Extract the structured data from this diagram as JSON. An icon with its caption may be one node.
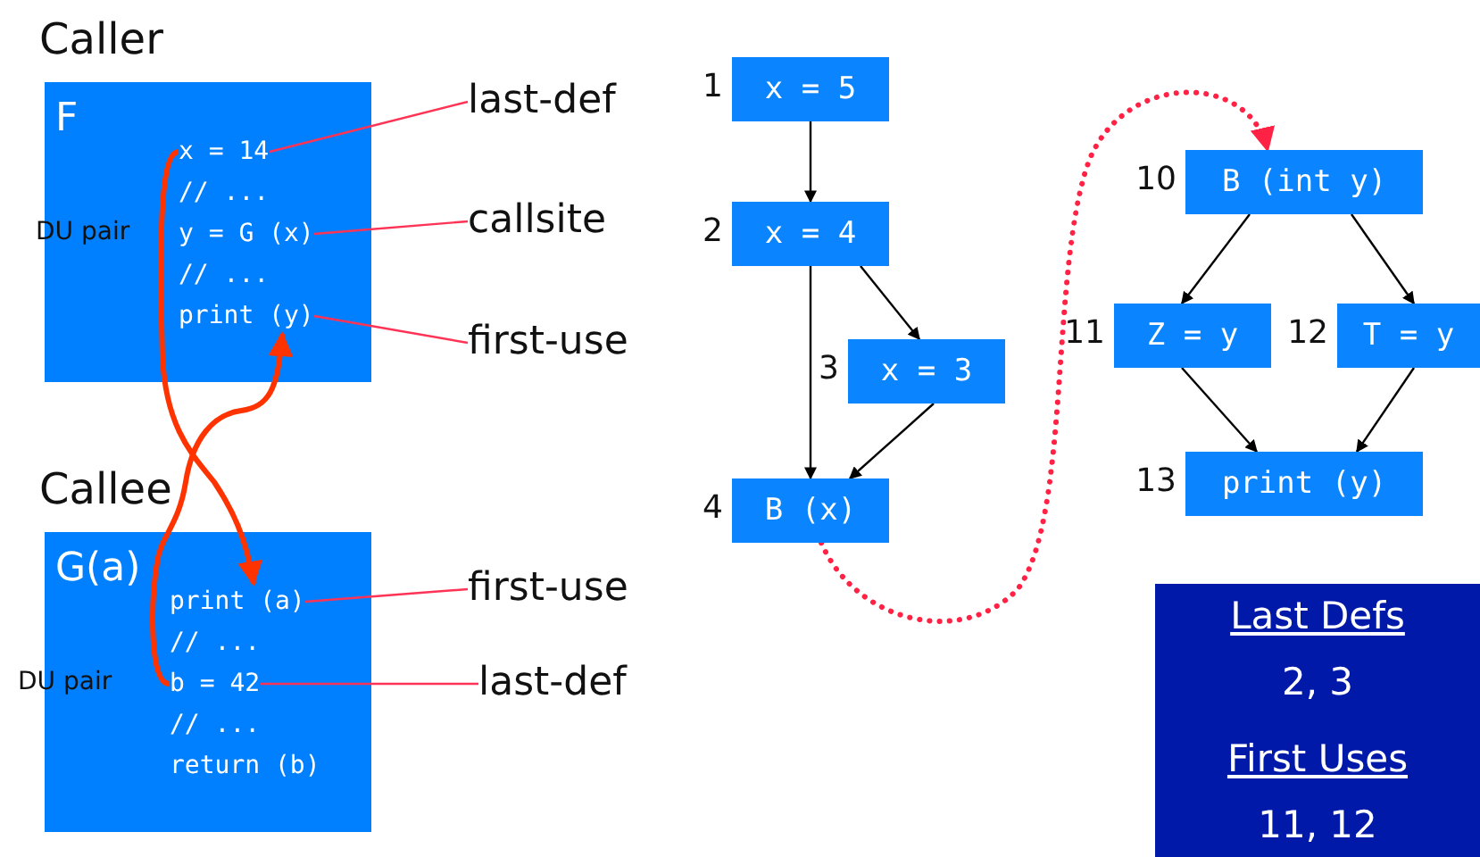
{
  "diagram": {
    "nodes": [
      {
        "text": [
          "Caller",
          "F"
        ]
      },
      {
        "text": [
          "x = 14"
        ],
        "in": 0
      },
      {
        "text": [
          "// ..."
        ],
        "in": 0
      },
      {
        "text": [
          "y = G (x)"
        ],
        "in": 0
      },
      {
        "text": [
          "// ..."
        ],
        "in": 0
      },
      {
        "text": [
          "print (y)"
        ],
        "in": 0
      },
      {
        "text": [
          "last-def"
        ]
      },
      {
        "text": [
          "callsite"
        ]
      },
      {
        "text": [
          "first-use"
        ]
      },
      {
        "text": [
          "Callee",
          "G(a)"
        ]
      },
      {
        "text": [
          "print (a)"
        ],
        "in": 9
      },
      {
        "text": [
          "// ..."
        ],
        "in": 9
      },
      {
        "text": [
          "b = 42"
        ],
        "in": 9
      },
      {
        "text": [
          "// ..."
        ],
        "in": 9
      },
      {
        "text": [
          "return (b)"
        ],
        "in": 9
      },
      {
        "text": [
          "first-use"
        ]
      },
      {
        "text": [
          "last-def"
        ]
      },
      {
        "text": [
          "x = 5"
        ],
        "beside": [
          "1"
        ]
      },
      {
        "text": [
          "x = 4"
        ],
        "beside": [
          "2"
        ]
      },
      {
        "text": [
          "x = 3"
        ],
        "beside": [
          "3"
        ]
      },
      {
        "text": [
          "B (x)"
        ],
        "beside": [
          "4"
        ]
      },
      {
        "text": [
          "B (int y)"
        ],
        "beside": [
          "10"
        ]
      },
      {
        "text": [
          "Z = y"
        ],
        "beside": [
          "11"
        ]
      },
      {
        "text": [
          "T = y"
        ],
        "beside": [
          "12"
        ]
      },
      {
        "text": [
          "print (y)"
        ],
        "beside": [
          "13"
        ]
      },
      {
        "text": [
          "Last Defs",
          "2, 3",
          "First Uses",
          "11, 12"
        ]
      }
    ],
    "edges": [
      {
        "from": 6,
        "to": 1,
        "arrow": "none",
        "color": "#ff3355"
      },
      {
        "from": 7,
        "to": 3,
        "arrow": "none",
        "color": "#ff3355"
      },
      {
        "from": 8,
        "to": 5,
        "arrow": "none",
        "color": "#ff3355"
      },
      {
        "from": 15,
        "to": 10,
        "arrow": "none",
        "color": "#ff3355"
      },
      {
        "from": 16,
        "to": 12,
        "arrow": "none",
        "color": "#ff3355"
      },
      {
        "from": 1,
        "to": 10,
        "arrow": "to",
        "style": "thick",
        "color": "#ff3300"
      },
      {
        "from": 12,
        "to": 5,
        "arrow": "to",
        "style": "thick",
        "color": "#ff3300"
      },
      {
        "from": 17,
        "to": 18,
        "arrow": "to"
      },
      {
        "from": 18,
        "to": 20,
        "arrow": "to"
      },
      {
        "from": 18,
        "to": 19,
        "arrow": "to"
      },
      {
        "from": 19,
        "to": 20,
        "arrow": "to"
      },
      {
        "from": 20,
        "to": 21,
        "arrow": "to",
        "style": "dashed",
        "color": "#ff2244"
      },
      {
        "from": 21,
        "to": 22,
        "arrow": "to"
      },
      {
        "from": 21,
        "to": 23,
        "arrow": "to"
      },
      {
        "from": 22,
        "to": 24,
        "arrow": "to"
      },
      {
        "from": 23,
        "to": 24,
        "arrow": "to"
      }
    ],
    "labels": [
      "DU pair",
      "DU pair"
    ]
  }
}
